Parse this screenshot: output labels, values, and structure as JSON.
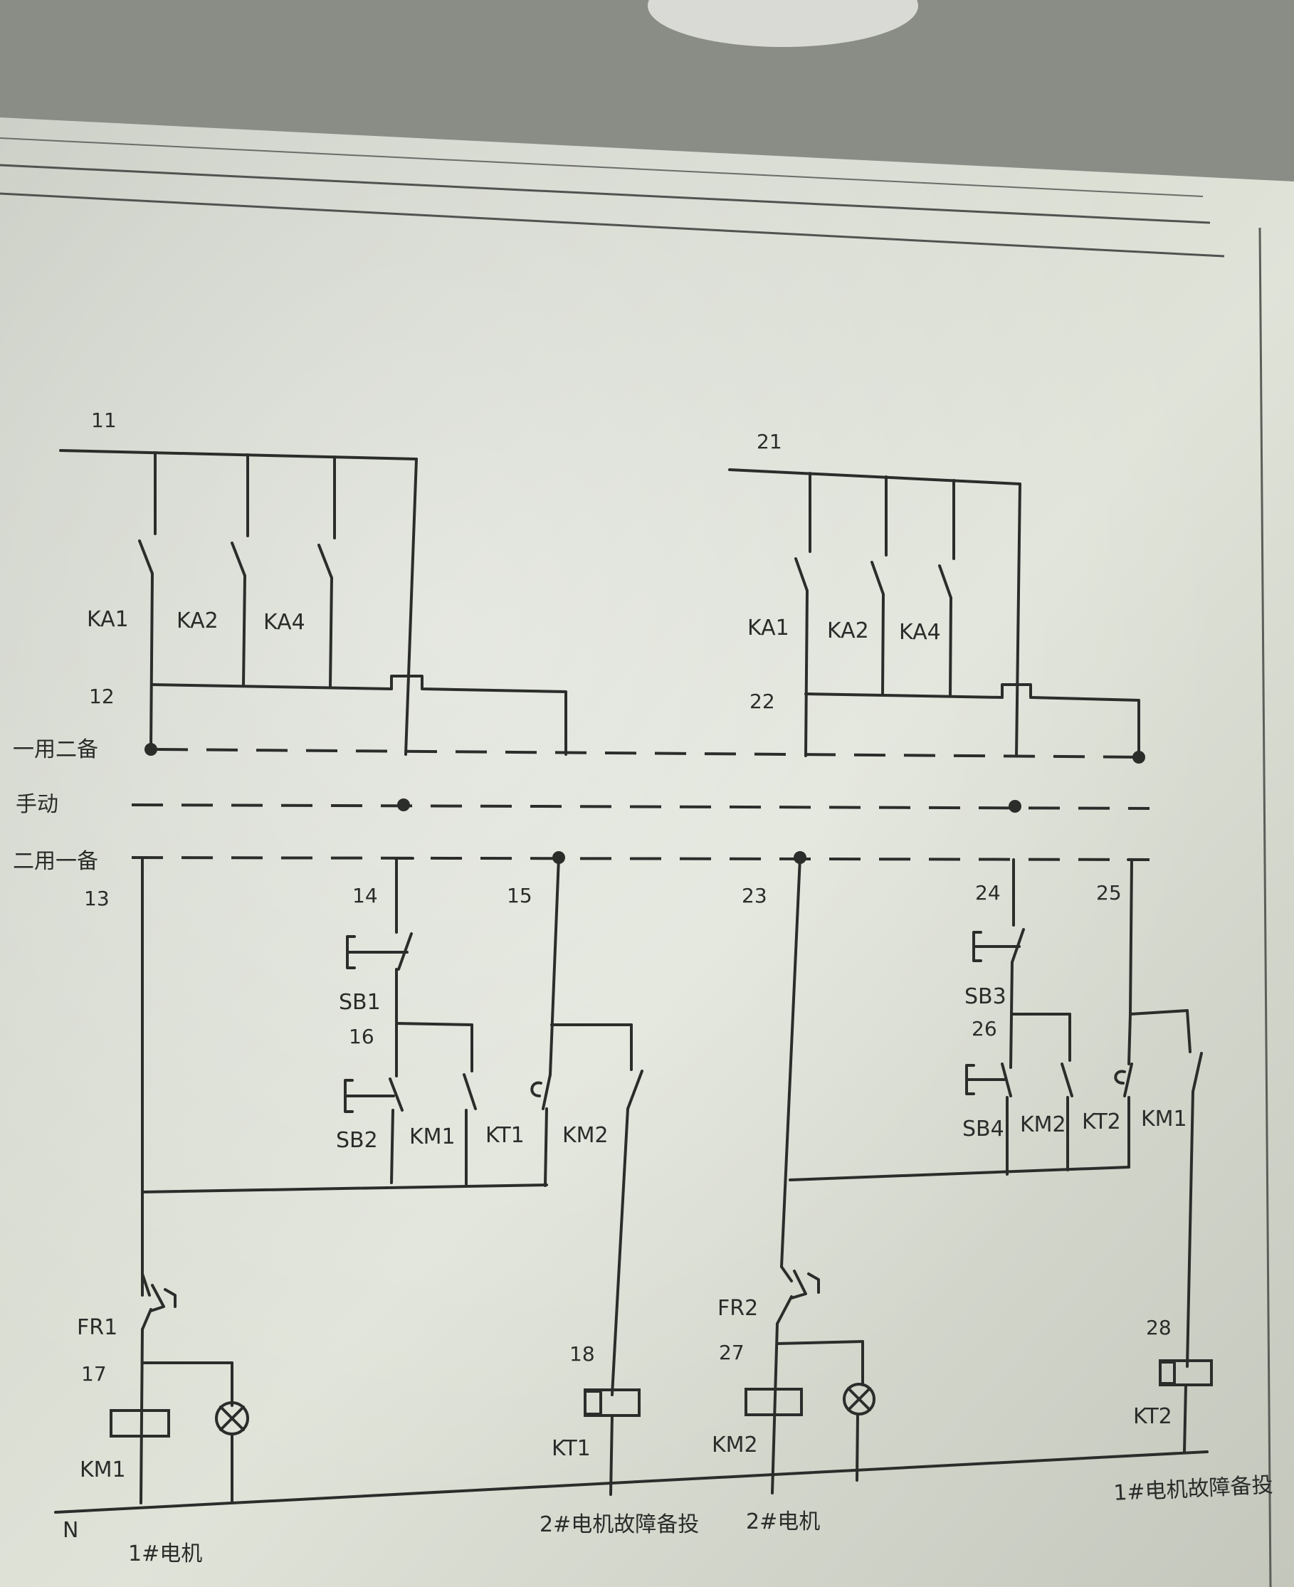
{
  "diagram": {
    "left_circuit": {
      "top_node": "11",
      "parallel_contacts": [
        "KA1",
        "KA2",
        "KA4"
      ],
      "node_after_contacts": "12"
    },
    "right_circuit": {
      "top_node": "21",
      "parallel_contacts": [
        "KA1",
        "KA2",
        "KA4"
      ],
      "node_after_contacts": "22"
    },
    "selector_positions": {
      "one_run_two_standby": "一用二备",
      "manual": "手动",
      "two_run_one_standby": "二用一备"
    },
    "node_numbers": [
      "13",
      "14",
      "15",
      "16",
      "17",
      "18",
      "23",
      "24",
      "25",
      "26",
      "27",
      "28"
    ],
    "devices": {
      "left": [
        "SB1",
        "SB2",
        "KM1",
        "KT1",
        "KM2",
        "FR1",
        "KM1",
        "KT1"
      ],
      "right": [
        "SB3",
        "SB4",
        "KM2",
        "KT2",
        "KM1",
        "FR2",
        "KM2",
        "KT2"
      ]
    },
    "neutral": "N",
    "captions": {
      "motor1": "1#电机",
      "motor2_fault_backup": "2#电机故障备投",
      "motor2": "2#电机",
      "motor1_fault_backup": "1#电机故障备投"
    }
  }
}
